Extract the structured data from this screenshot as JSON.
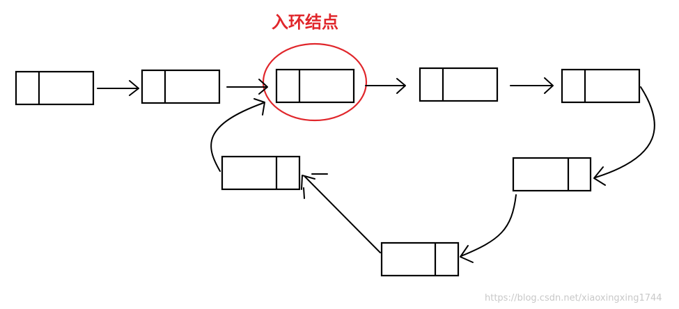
{
  "annotation": {
    "label": "入环结点",
    "color": "#e0262b"
  },
  "watermark": {
    "text": "https://blog.csdn.net/xiaoxingxing1744"
  },
  "list": {
    "nodes": [
      {
        "id": "n1"
      },
      {
        "id": "n2"
      },
      {
        "id": "n3",
        "entry": true
      },
      {
        "id": "n4"
      },
      {
        "id": "n5"
      },
      {
        "id": "n6"
      },
      {
        "id": "n7"
      },
      {
        "id": "n8"
      }
    ],
    "edges": [
      {
        "from": "n1",
        "to": "n2"
      },
      {
        "from": "n2",
        "to": "n3"
      },
      {
        "from": "n3",
        "to": "n4"
      },
      {
        "from": "n4",
        "to": "n5"
      },
      {
        "from": "n5",
        "to": "n6"
      },
      {
        "from": "n6",
        "to": "n7"
      },
      {
        "from": "n7",
        "to": "n8"
      },
      {
        "from": "n8",
        "to": "n3"
      }
    ]
  }
}
